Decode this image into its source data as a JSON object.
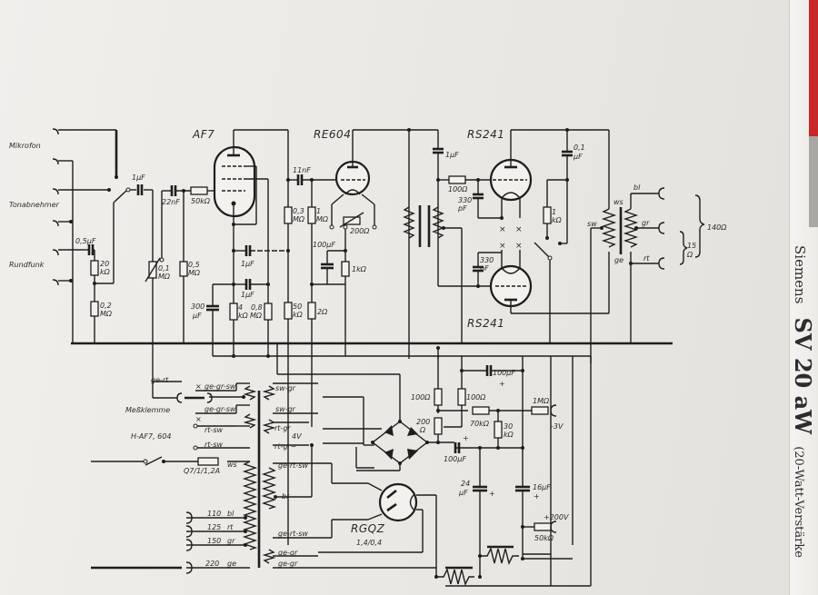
{
  "document": {
    "brand": "Siemens",
    "model": "SV 20 aW",
    "description": "(20-Watt-Verstärke"
  },
  "inputs": {
    "mikrofon": "Mikrofon",
    "tonabnehmer": "Tonabnehmer",
    "rundfunk": "Rundfunk"
  },
  "tubes": {
    "af7": "AF7",
    "re604": "RE604",
    "rs241_top": "RS241",
    "rs241_bottom": "RS241",
    "rgqz": "RGQZ",
    "rgqz_rating": "1,4/0,4"
  },
  "components": {
    "c_1uF_in": "1μF",
    "c_05uF": "0,5μF",
    "r_20k": [
      "20",
      "kΩ"
    ],
    "r_02M": [
      "0,2",
      "MΩ"
    ],
    "pot_01M": [
      "0,1",
      "MΩ"
    ],
    "c_22nF": "22nF",
    "r_50k": "50kΩ",
    "r_05M": [
      "0,5",
      "MΩ"
    ],
    "c_300uF": [
      "300",
      "μF"
    ],
    "r_4k": [
      "4",
      "kΩ"
    ],
    "r_08M": [
      "0,8",
      "MΩ"
    ],
    "c_1uF_a": "1μF",
    "c_1uF_b": "1μF",
    "c_11nF": "11nF",
    "r_03M": [
      "0,3",
      "MΩ"
    ],
    "r_1M": [
      "1",
      "MΩ"
    ],
    "pot_200": "200Ω",
    "c_100uF_cath": "100μF",
    "r_1k_cath": "1kΩ",
    "r_50k_b": [
      "50",
      "kΩ"
    ],
    "r_2": "2Ω",
    "c_1uF_grid": "1μF",
    "r_100_grid": "100Ω",
    "c_330pF_a": [
      "330",
      "pF"
    ],
    "c_330pF_b": [
      "330",
      "pF"
    ],
    "c_01uF": [
      "0,1",
      "μF"
    ],
    "r_1k_out": [
      "1",
      "kΩ"
    ],
    "r_100_a": "100Ω",
    "r_100_b": "100Ω",
    "c_100uF_b": "100μF",
    "r_200": [
      "200",
      "Ω"
    ],
    "r_70k": "70kΩ",
    "r_30k": [
      "30",
      "kΩ"
    ],
    "r_1M_bias": "1MΩ",
    "bias_v": "-3V",
    "c_100uF_c": "100μF",
    "c_24uF": [
      "24",
      "μF"
    ],
    "c_16uF": "16μF",
    "hv": "+200V",
    "r_50k_hv": "50kΩ"
  },
  "output_transformer": {
    "ws": "ws",
    "sw": "sw",
    "ge": "ge",
    "bl": "bl",
    "gr": "gr",
    "rt": "rt",
    "imp_140": "140Ω",
    "imp_15": [
      "15",
      "Ω"
    ]
  },
  "mains_transformer": {
    "meter_clamp": "Meßklemme",
    "ge_rt": "ge-rt",
    "ge_gr_sw_1": "ge-gr-sw",
    "ge_gr_sw_2": "ge-gr-sw",
    "rt_sw_1": "rt-sw",
    "rt_sw_2": "rt-sw",
    "heater_note": "H-AF7, 604",
    "fuse": "Q7/1/1,2A",
    "ws": "ws",
    "sec_sw_gr_1": "sw-gr",
    "sec_sw_gr_2": "sw-gr",
    "sec_rt_gr_1": "rt-gr",
    "sec_rt_gr_2": "rt-gr~",
    "sec_4v": "4V",
    "sec_ge_rt_sw_1": "ge-rt-sw",
    "sec_br": "br",
    "sec_ge_rt_sw_2": "ge-rt-sw",
    "sec_ge_gr_1": "ge-gr",
    "sec_ge_gr_2": "ge-gr",
    "taps": [
      {
        "voltage": "110",
        "color": "bl"
      },
      {
        "voltage": "125",
        "color": "rt"
      },
      {
        "voltage": "150",
        "color": "gr"
      },
      {
        "voltage": "220",
        "color": "ge"
      }
    ]
  }
}
